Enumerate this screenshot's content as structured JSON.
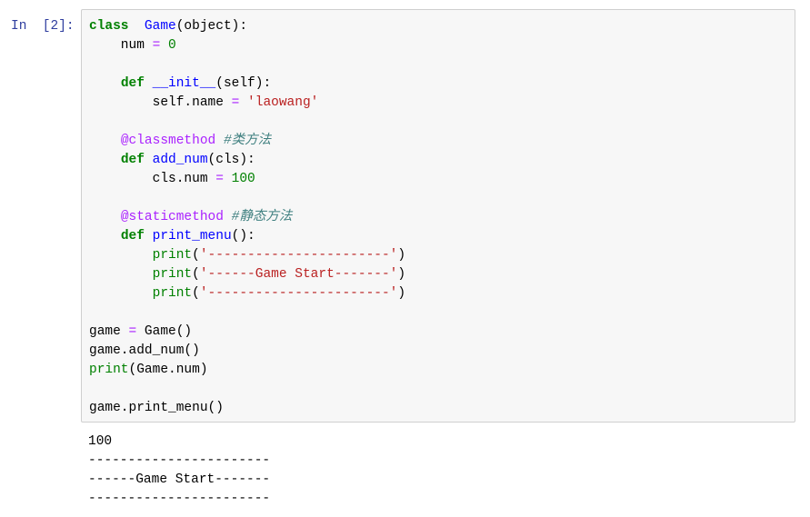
{
  "cell": {
    "prompt": "In  [2]:",
    "code_lines": [
      [
        [
          "kw",
          "class"
        ],
        [
          "",
          "  "
        ],
        [
          "nm",
          "Game"
        ],
        [
          "",
          "(object):"
        ]
      ],
      [
        [
          "",
          "    num "
        ],
        [
          "op",
          "="
        ],
        [
          "",
          ""
        ],
        [
          "num",
          " 0"
        ]
      ],
      [],
      [
        [
          "",
          "    "
        ],
        [
          "kw",
          "def"
        ],
        [
          "",
          " "
        ],
        [
          "nm",
          "__init__"
        ],
        [
          "",
          "(self):"
        ]
      ],
      [
        [
          "",
          "        self.name "
        ],
        [
          "op",
          "="
        ],
        [
          "",
          " "
        ],
        [
          "str",
          "'laowang'"
        ]
      ],
      [],
      [
        [
          "",
          "    "
        ],
        [
          "dec",
          "@classmethod"
        ],
        [
          "",
          " "
        ],
        [
          "cm",
          "#类方法"
        ]
      ],
      [
        [
          "",
          "    "
        ],
        [
          "kw",
          "def"
        ],
        [
          "",
          " "
        ],
        [
          "nm",
          "add_num"
        ],
        [
          "",
          "(cls):"
        ]
      ],
      [
        [
          "",
          "        cls.num "
        ],
        [
          "op",
          "="
        ],
        [
          "",
          " "
        ],
        [
          "num",
          "100"
        ]
      ],
      [],
      [
        [
          "",
          "    "
        ],
        [
          "dec",
          "@staticmethod"
        ],
        [
          "",
          " "
        ],
        [
          "cm",
          "#静态方法"
        ]
      ],
      [
        [
          "",
          "    "
        ],
        [
          "kw",
          "def"
        ],
        [
          "",
          " "
        ],
        [
          "nm",
          "print_menu"
        ],
        [
          "",
          "():"
        ]
      ],
      [
        [
          "",
          "        "
        ],
        [
          "bi",
          "print"
        ],
        [
          "",
          "("
        ],
        [
          "str",
          "'-----------------------'"
        ],
        [
          "",
          ")"
        ]
      ],
      [
        [
          "",
          "        "
        ],
        [
          "bi",
          "print"
        ],
        [
          "",
          "("
        ],
        [
          "str",
          "'------Game Start-------'"
        ],
        [
          "",
          ")"
        ]
      ],
      [
        [
          "",
          "        "
        ],
        [
          "bi",
          "print"
        ],
        [
          "",
          "("
        ],
        [
          "str",
          "'-----------------------'"
        ],
        [
          "",
          ")"
        ]
      ],
      [],
      [
        [
          "",
          "game "
        ],
        [
          "op",
          "="
        ],
        [
          "",
          " Game()"
        ]
      ],
      [
        [
          "",
          "game.add_num()"
        ]
      ],
      [
        [
          "bi",
          "print"
        ],
        [
          "",
          "(Game.num)"
        ]
      ],
      [],
      [
        [
          "",
          "game.print_menu()"
        ]
      ]
    ]
  },
  "output": {
    "lines": [
      "100",
      "-----------------------",
      "------Game Start-------",
      "-----------------------"
    ]
  },
  "colors": {
    "keyword": "#008000",
    "name": "#0000ff",
    "operator": "#aa22ff",
    "string": "#ba2121",
    "comment": "#408080",
    "prompt": "#303f9f"
  }
}
